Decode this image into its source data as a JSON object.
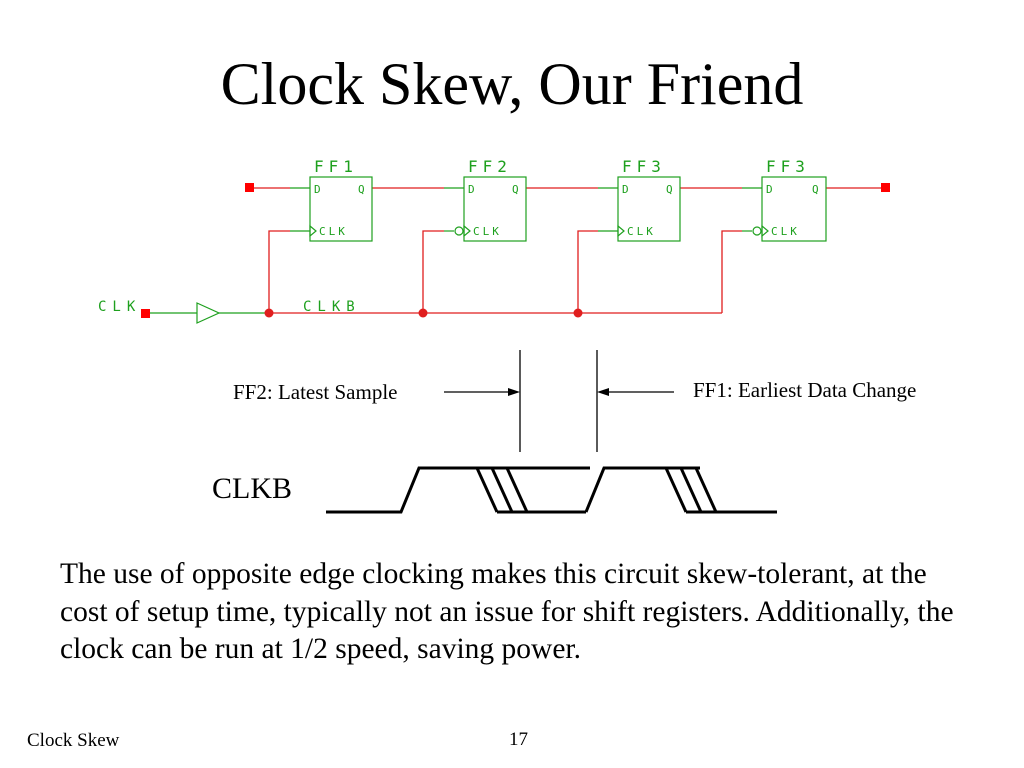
{
  "slide": {
    "title": "Clock Skew, Our Friend",
    "footer_left": "Clock Skew",
    "page_number": "17"
  },
  "schematic": {
    "flip_flops": [
      {
        "name": "FF1",
        "d_pin": "D",
        "q_pin": "Q",
        "clk_pin": "CLK",
        "clock_inverted": false
      },
      {
        "name": "FF2",
        "d_pin": "D",
        "q_pin": "Q",
        "clk_pin": "CLK",
        "clock_inverted": true
      },
      {
        "name": "FF3",
        "d_pin": "D",
        "q_pin": "Q",
        "clk_pin": "CLK",
        "clock_inverted": false
      },
      {
        "name": "FF3",
        "d_pin": "D",
        "q_pin": "Q",
        "clk_pin": "CLK",
        "clock_inverted": true
      }
    ],
    "clk_input_label": "CLK",
    "clkb_net_label": "CLKB",
    "wire_color": "#e01e1e",
    "component_color": "#1ea01e",
    "port_color": "#ff0000"
  },
  "timing": {
    "left_annotation": "FF2: Latest Sample",
    "right_annotation": "FF1: Earliest Data Change",
    "waveform_label": "CLKB"
  },
  "body_text": "The use of opposite edge clocking makes this circuit skew-tolerant, at the cost of setup time, typically not an issue for shift registers.  Additionally, the clock can be run at 1/2 speed, saving power."
}
